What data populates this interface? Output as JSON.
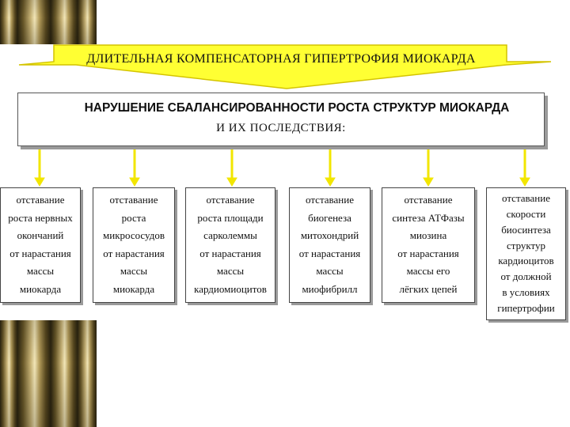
{
  "colors": {
    "arrow_fill": "#ffff33",
    "arrow_stroke": "#d4c400",
    "box_border": "#444444",
    "shadow": "#9a9a9a"
  },
  "banner": {
    "text": "ДЛИТЕЛЬНАЯ КОМПЕНСАТОРНАЯ  ГИПЕРТРОФИЯ МИОКАРДА"
  },
  "main": {
    "line1": "НАРУШЕНИЕ  СБАЛАНСИРОВАННОСТИ  РОСТА СТРУКТУР  МИОКАРДА",
    "line2": "И  ИХ  ПОСЛЕДСТВИЯ:"
  },
  "consequences": [
    {
      "lines": [
        "отставание",
        "роста  нервных",
        "окончаний",
        "от нарастания",
        "массы",
        "миокарда"
      ]
    },
    {
      "lines": [
        "отставание",
        "роста",
        "микрососудов",
        "от нарастания",
        "массы",
        "миокарда"
      ]
    },
    {
      "lines": [
        "отставание",
        "роста площади",
        "сарколеммы",
        "от  нарастания",
        "массы",
        "кардиомиоцитов"
      ]
    },
    {
      "lines": [
        "отставание",
        "биогенеза",
        "митохондрий",
        "от  нарастания",
        "массы",
        "миофибрилл"
      ]
    },
    {
      "lines": [
        "отставание",
        "синтеза АТФазы",
        "миозина",
        "от нарастания",
        "массы  его",
        "лёгких цепей"
      ]
    },
    {
      "lines": [
        "отставание",
        "скорости",
        "биосинтеза",
        "структур",
        "кардиоцитов",
        "от  должной",
        "в  условиях",
        "гипертрофии"
      ]
    }
  ]
}
